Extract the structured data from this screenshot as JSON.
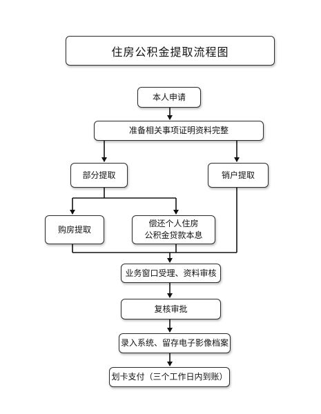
{
  "title": "住房公积金提取流程图",
  "nodes": {
    "apply": "本人申请",
    "prepare": "准备相关事项证明资料完整",
    "partial": "部分提取",
    "close_account": "销户提取",
    "purchase": "购房提取",
    "repay_line1": "偿还个人住房",
    "repay_line2": "公积金贷款本息",
    "review": "业务窗口受理、资料审核",
    "recheck": "复核审批",
    "archive": "录入系统、留存电子影像档案",
    "transfer": "划卡支付（三个工作日内到账）"
  }
}
